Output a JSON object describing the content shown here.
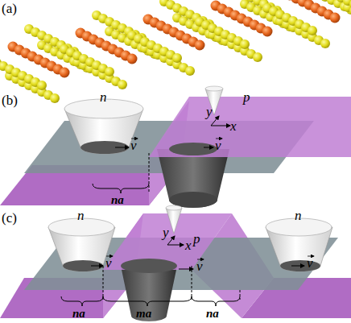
{
  "diagram": {
    "labels": [
      "(a)",
      "(b)",
      "n",
      "p",
      "y",
      "x",
      "v",
      "v",
      "na",
      "(c)",
      "n",
      "p",
      "n",
      "y",
      "x",
      "v",
      "v",
      "v",
      "na",
      "ma",
      "na"
    ]
  }
}
